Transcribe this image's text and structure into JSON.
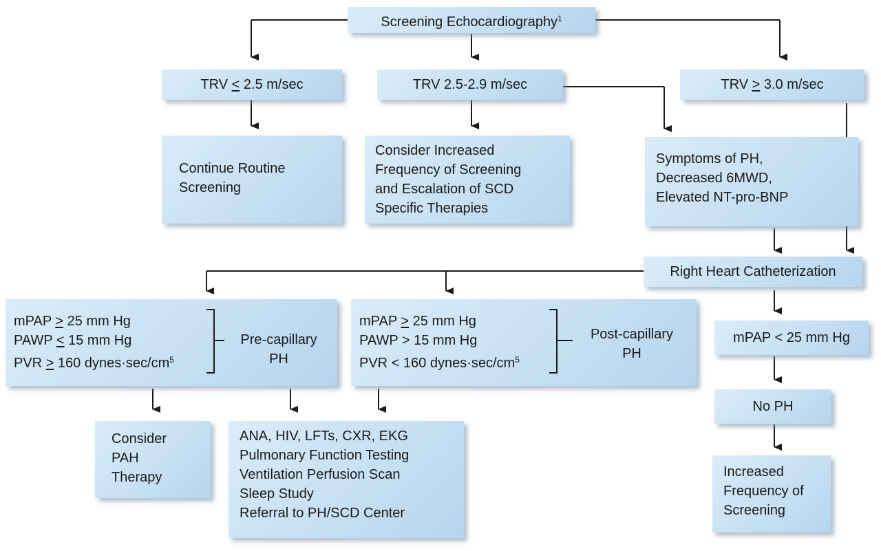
{
  "nodes": {
    "screening": {
      "text": "Screening Echocardiography",
      "sup": "1"
    },
    "trv_low": {
      "prefix": "TRV ",
      "op": "<",
      "suffix": " 2.5 m/sec"
    },
    "trv_mid": {
      "text": "TRV 2.5-2.9 m/sec"
    },
    "trv_high": {
      "prefix": "TRV ",
      "op": ">",
      "suffix": " 3.0 m/sec"
    },
    "continue_routine": {
      "lines": [
        "Continue Routine",
        "Screening"
      ]
    },
    "consider_increased": {
      "lines": [
        "Consider Increased",
        "Frequency of Screening",
        "and Escalation of SCD",
        "Specific Therapies"
      ]
    },
    "symptoms": {
      "lines": [
        "Symptoms of PH,",
        "Decreased 6MWD,",
        "Elevated NT-pro-BNP"
      ]
    },
    "rhc": {
      "text": "Right Heart Catheterization"
    },
    "precap": {
      "l1_prefix": "mPAP ",
      "l1_op": ">",
      "l1_suffix": " 25 mm Hg",
      "l2_prefix": "PAWP ",
      "l2_op": "<",
      "l2_suffix": " 15 mm Hg",
      "l3_prefix": "PVR ",
      "l3_op": ">",
      "l3_suffix": " 160 dynes·sec/cm",
      "l3_sup": "5",
      "label_lines": [
        "Pre-capillary",
        "PH"
      ]
    },
    "postcap": {
      "l1_prefix": "mPAP ",
      "l1_op": ">",
      "l1_suffix": " 25 mm Hg",
      "l2": "PAWP > 15 mm Hg",
      "l3": "PVR < 160 dynes·sec/cm",
      "l3_sup": "5",
      "label_lines": [
        "Post-capillary",
        "PH"
      ]
    },
    "mpap_low": {
      "text": "mPAP < 25 mm Hg"
    },
    "no_ph": {
      "text": "No PH"
    },
    "pah_therapy": {
      "lines": [
        "Consider",
        "PAH",
        "Therapy"
      ]
    },
    "workup": {
      "lines": [
        "ANA, HIV, LFTs, CXR, EKG",
        "Pulmonary Function Testing",
        "Ventilation Perfusion Scan",
        "Sleep Study",
        "Referral to PH/SCD Center"
      ]
    },
    "increased_freq": {
      "lines": [
        "Increased",
        "Frequency of",
        "Screening"
      ]
    }
  },
  "colors": {
    "box_fill": "#c7e0f3",
    "box_fill_light": "#daecf8",
    "arrow": "#1a1a1a"
  }
}
